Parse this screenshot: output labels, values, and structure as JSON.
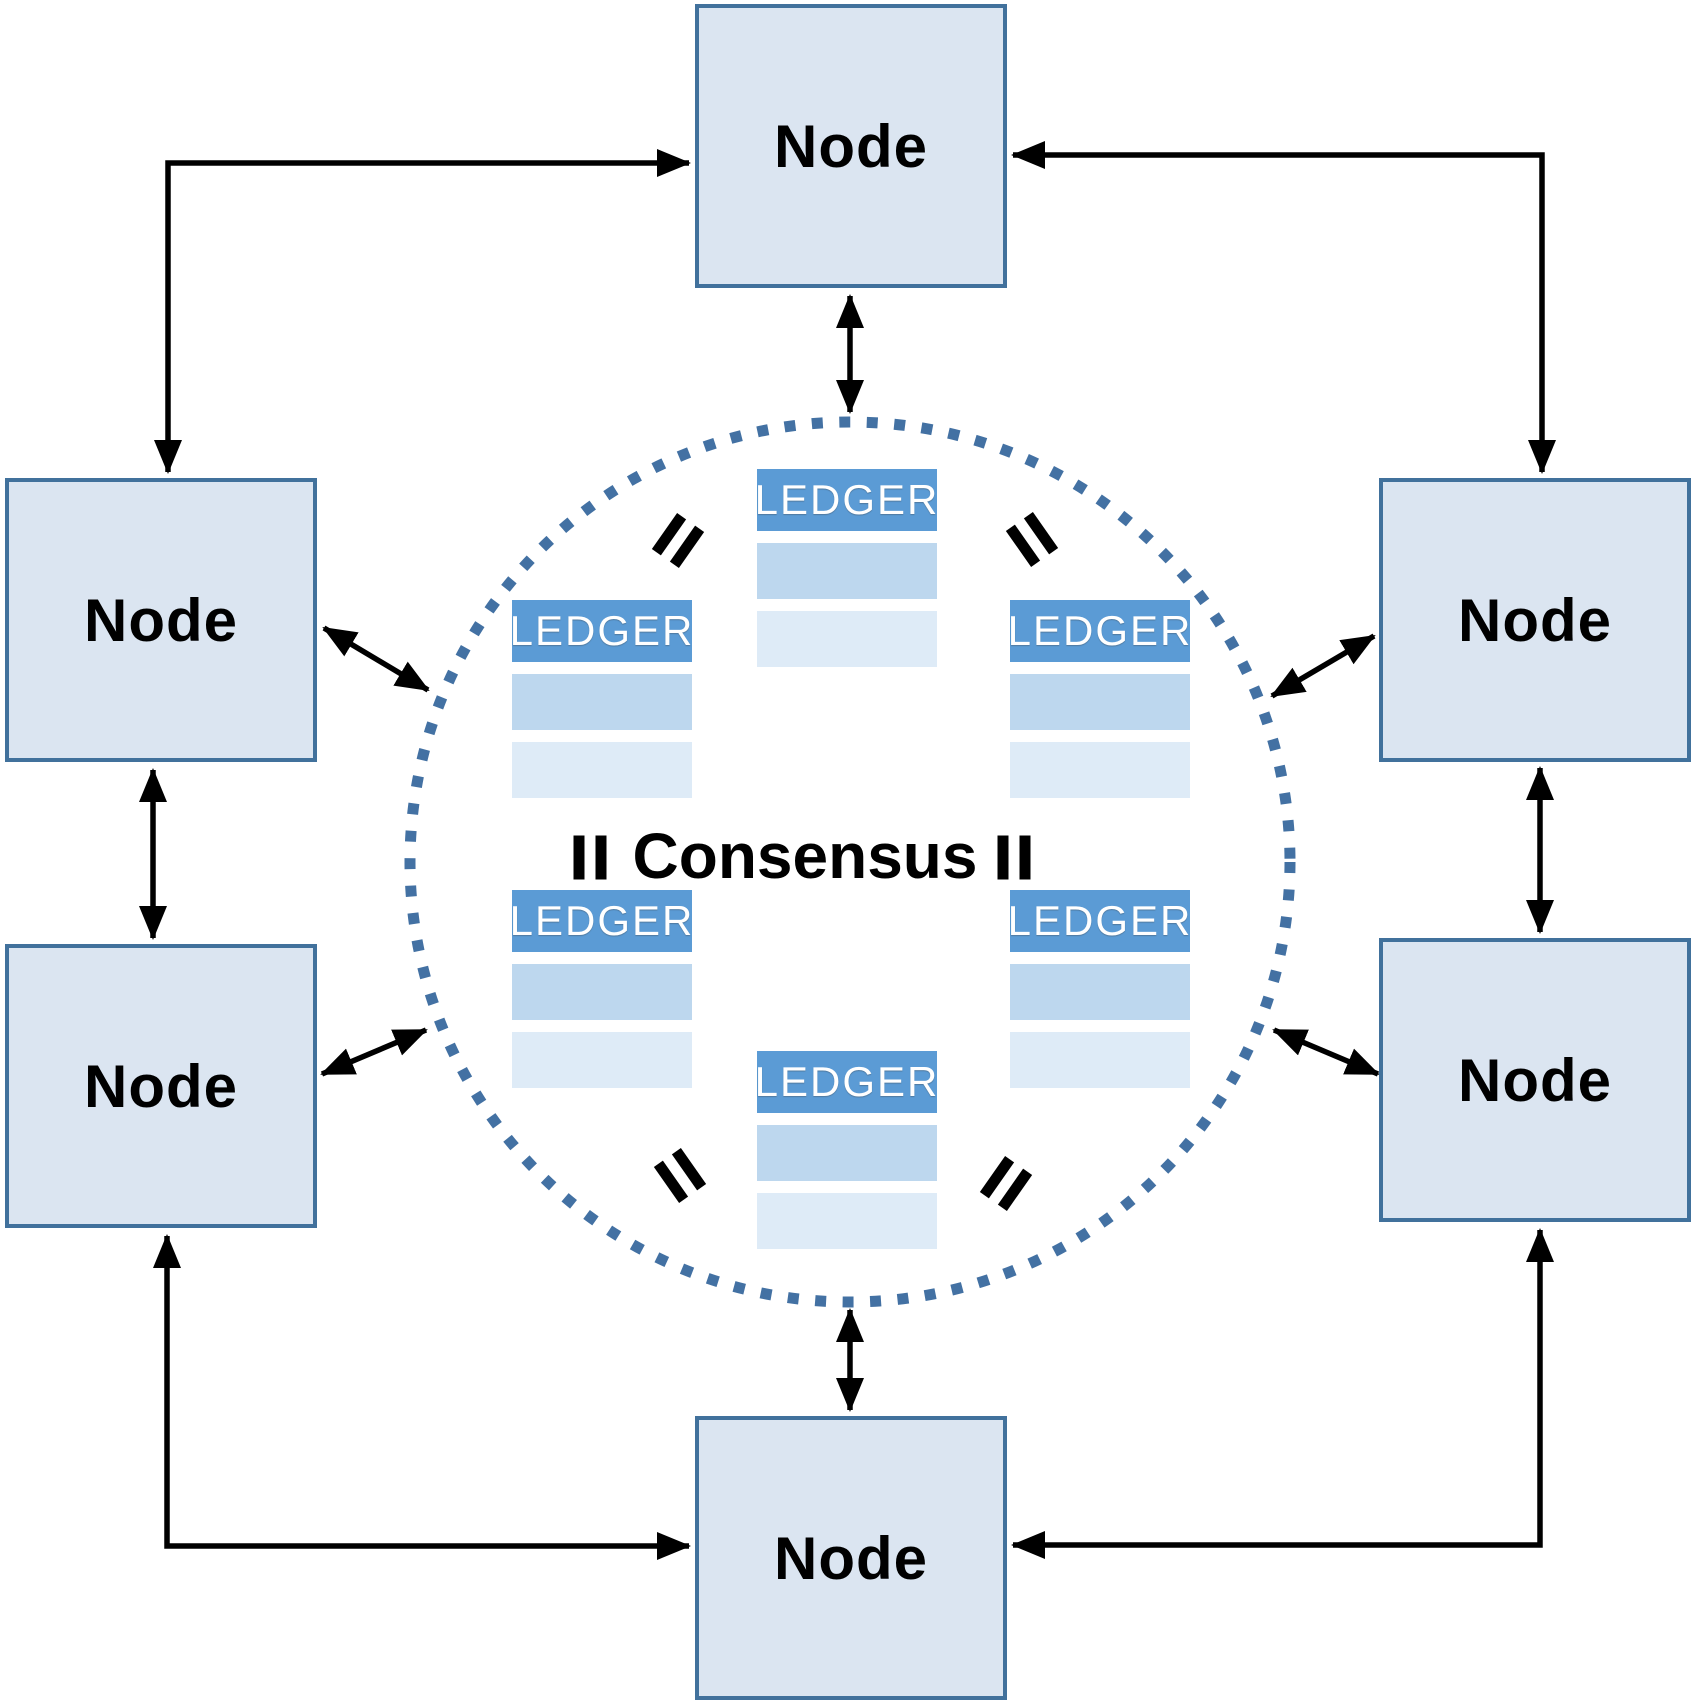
{
  "diagram": {
    "consensus_label": "Consensus",
    "nodes": [
      {
        "id": "top",
        "label": "Node"
      },
      {
        "id": "left-upper",
        "label": "Node"
      },
      {
        "id": "left-lower",
        "label": "Node"
      },
      {
        "id": "right-upper",
        "label": "Node"
      },
      {
        "id": "right-lower",
        "label": "Node"
      },
      {
        "id": "bottom",
        "label": "Node"
      }
    ],
    "ledgers": [
      {
        "id": "center-top",
        "label": "LEDGER",
        "rows": 2
      },
      {
        "id": "left-upper",
        "label": "LEDGER",
        "rows": 2
      },
      {
        "id": "right-upper",
        "label": "LEDGER",
        "rows": 2
      },
      {
        "id": "left-lower",
        "label": "LEDGER",
        "rows": 2
      },
      {
        "id": "right-lower",
        "label": "LEDGER",
        "rows": 2
      },
      {
        "id": "center-bottom",
        "label": "LEDGER",
        "rows": 2
      }
    ],
    "equals_marks": [
      "top-left",
      "top-right",
      "middle-left",
      "middle-right",
      "bottom-left",
      "bottom-right"
    ],
    "connections": [
      "top-node <-> left-upper-node",
      "top-node <-> right-upper-node",
      "top-node <-> consensus-circle",
      "left-upper-node <-> left-lower-node",
      "right-upper-node <-> right-lower-node",
      "left-upper-node <-> consensus-circle",
      "right-upper-node <-> consensus-circle",
      "left-lower-node <-> consensus-circle",
      "right-lower-node <-> consensus-circle",
      "bottom-node <-> left-lower-node",
      "bottom-node <-> right-lower-node",
      "bottom-node <-> consensus-circle"
    ],
    "colors": {
      "node_fill": "#DBE5F1",
      "node_border": "#41719C",
      "ledger_header": "#5B9BD5",
      "ledger_row_1": "#BDD7EE",
      "ledger_row_2": "#DEEBF7",
      "circle_dots": "#4371A3",
      "arrows": "#000000"
    }
  }
}
